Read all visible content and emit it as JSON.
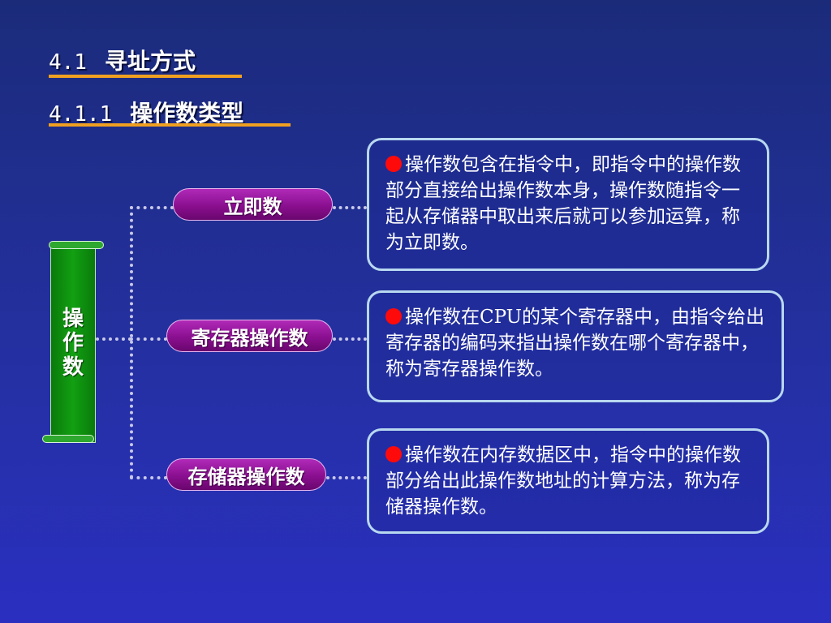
{
  "heading1": {
    "number": "4.1",
    "title": "寻址方式"
  },
  "heading2": {
    "number": "4.1.1",
    "title": "操作数类型"
  },
  "scroll": {
    "label": "操\n作\n数"
  },
  "types": [
    {
      "label": "立即数",
      "description": "操作数包含在指令中，即指令中的操作数部分直接给出操作数本身，操作数随指令一起从存储器中取出来后就可以参加运算，称为立即数。"
    },
    {
      "label": "寄存器操作数",
      "description": "操作数在CPU的某个寄存器中，由指令给出寄存器的编码来指出操作数在哪个寄存器中，称为寄存器操作数。"
    },
    {
      "label": "存储器操作数",
      "description": "操作数在内存数据区中，指令中的操作数部分给出此操作数地址的计算方法，称为存储器操作数。"
    }
  ],
  "colors": {
    "underline": "#f0a020",
    "pill": "#8a0f8f",
    "scroll": "#12a012",
    "bullet": "#ff0a0a"
  }
}
